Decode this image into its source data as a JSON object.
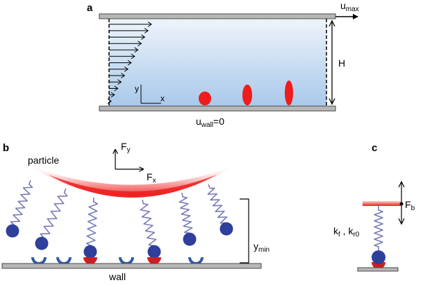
{
  "colors": {
    "plate_fill": "#b7b7b7",
    "plate_stroke": "#4a4a4a",
    "fluid_top": "#eef4fb",
    "fluid_bottom": "#a9c9ea",
    "particle_red": "#ee1c1c",
    "spring": "#7a7ab8",
    "ball": "#2f3f9c",
    "receptor_free": "#2e5aa8",
    "receptor_bound": "#cc1f1f"
  },
  "panel_a": {
    "label": "a",
    "umax_base": "u",
    "umax_sub": "max",
    "height_label": "H",
    "uwall_base": "u",
    "uwall_sub": "wall",
    "uwall_suffix": "=0",
    "axis_x": "x",
    "axis_y": "y"
  },
  "panel_b": {
    "label": "b",
    "particle_label": "particle",
    "fy_base": "F",
    "fy_sub": "y",
    "fx_base": "F",
    "fx_sub": "x",
    "ymin_base": "y",
    "ymin_sub": "min",
    "wall_label": "wall"
  },
  "panel_c": {
    "label": "c",
    "fb_base": "F",
    "fb_sub": "b",
    "k_label_1_base": "k",
    "k_label_1_sub": "f",
    "k_label_sep": " , ",
    "k_label_2_base": "k",
    "k_label_2_sub": "r0"
  }
}
